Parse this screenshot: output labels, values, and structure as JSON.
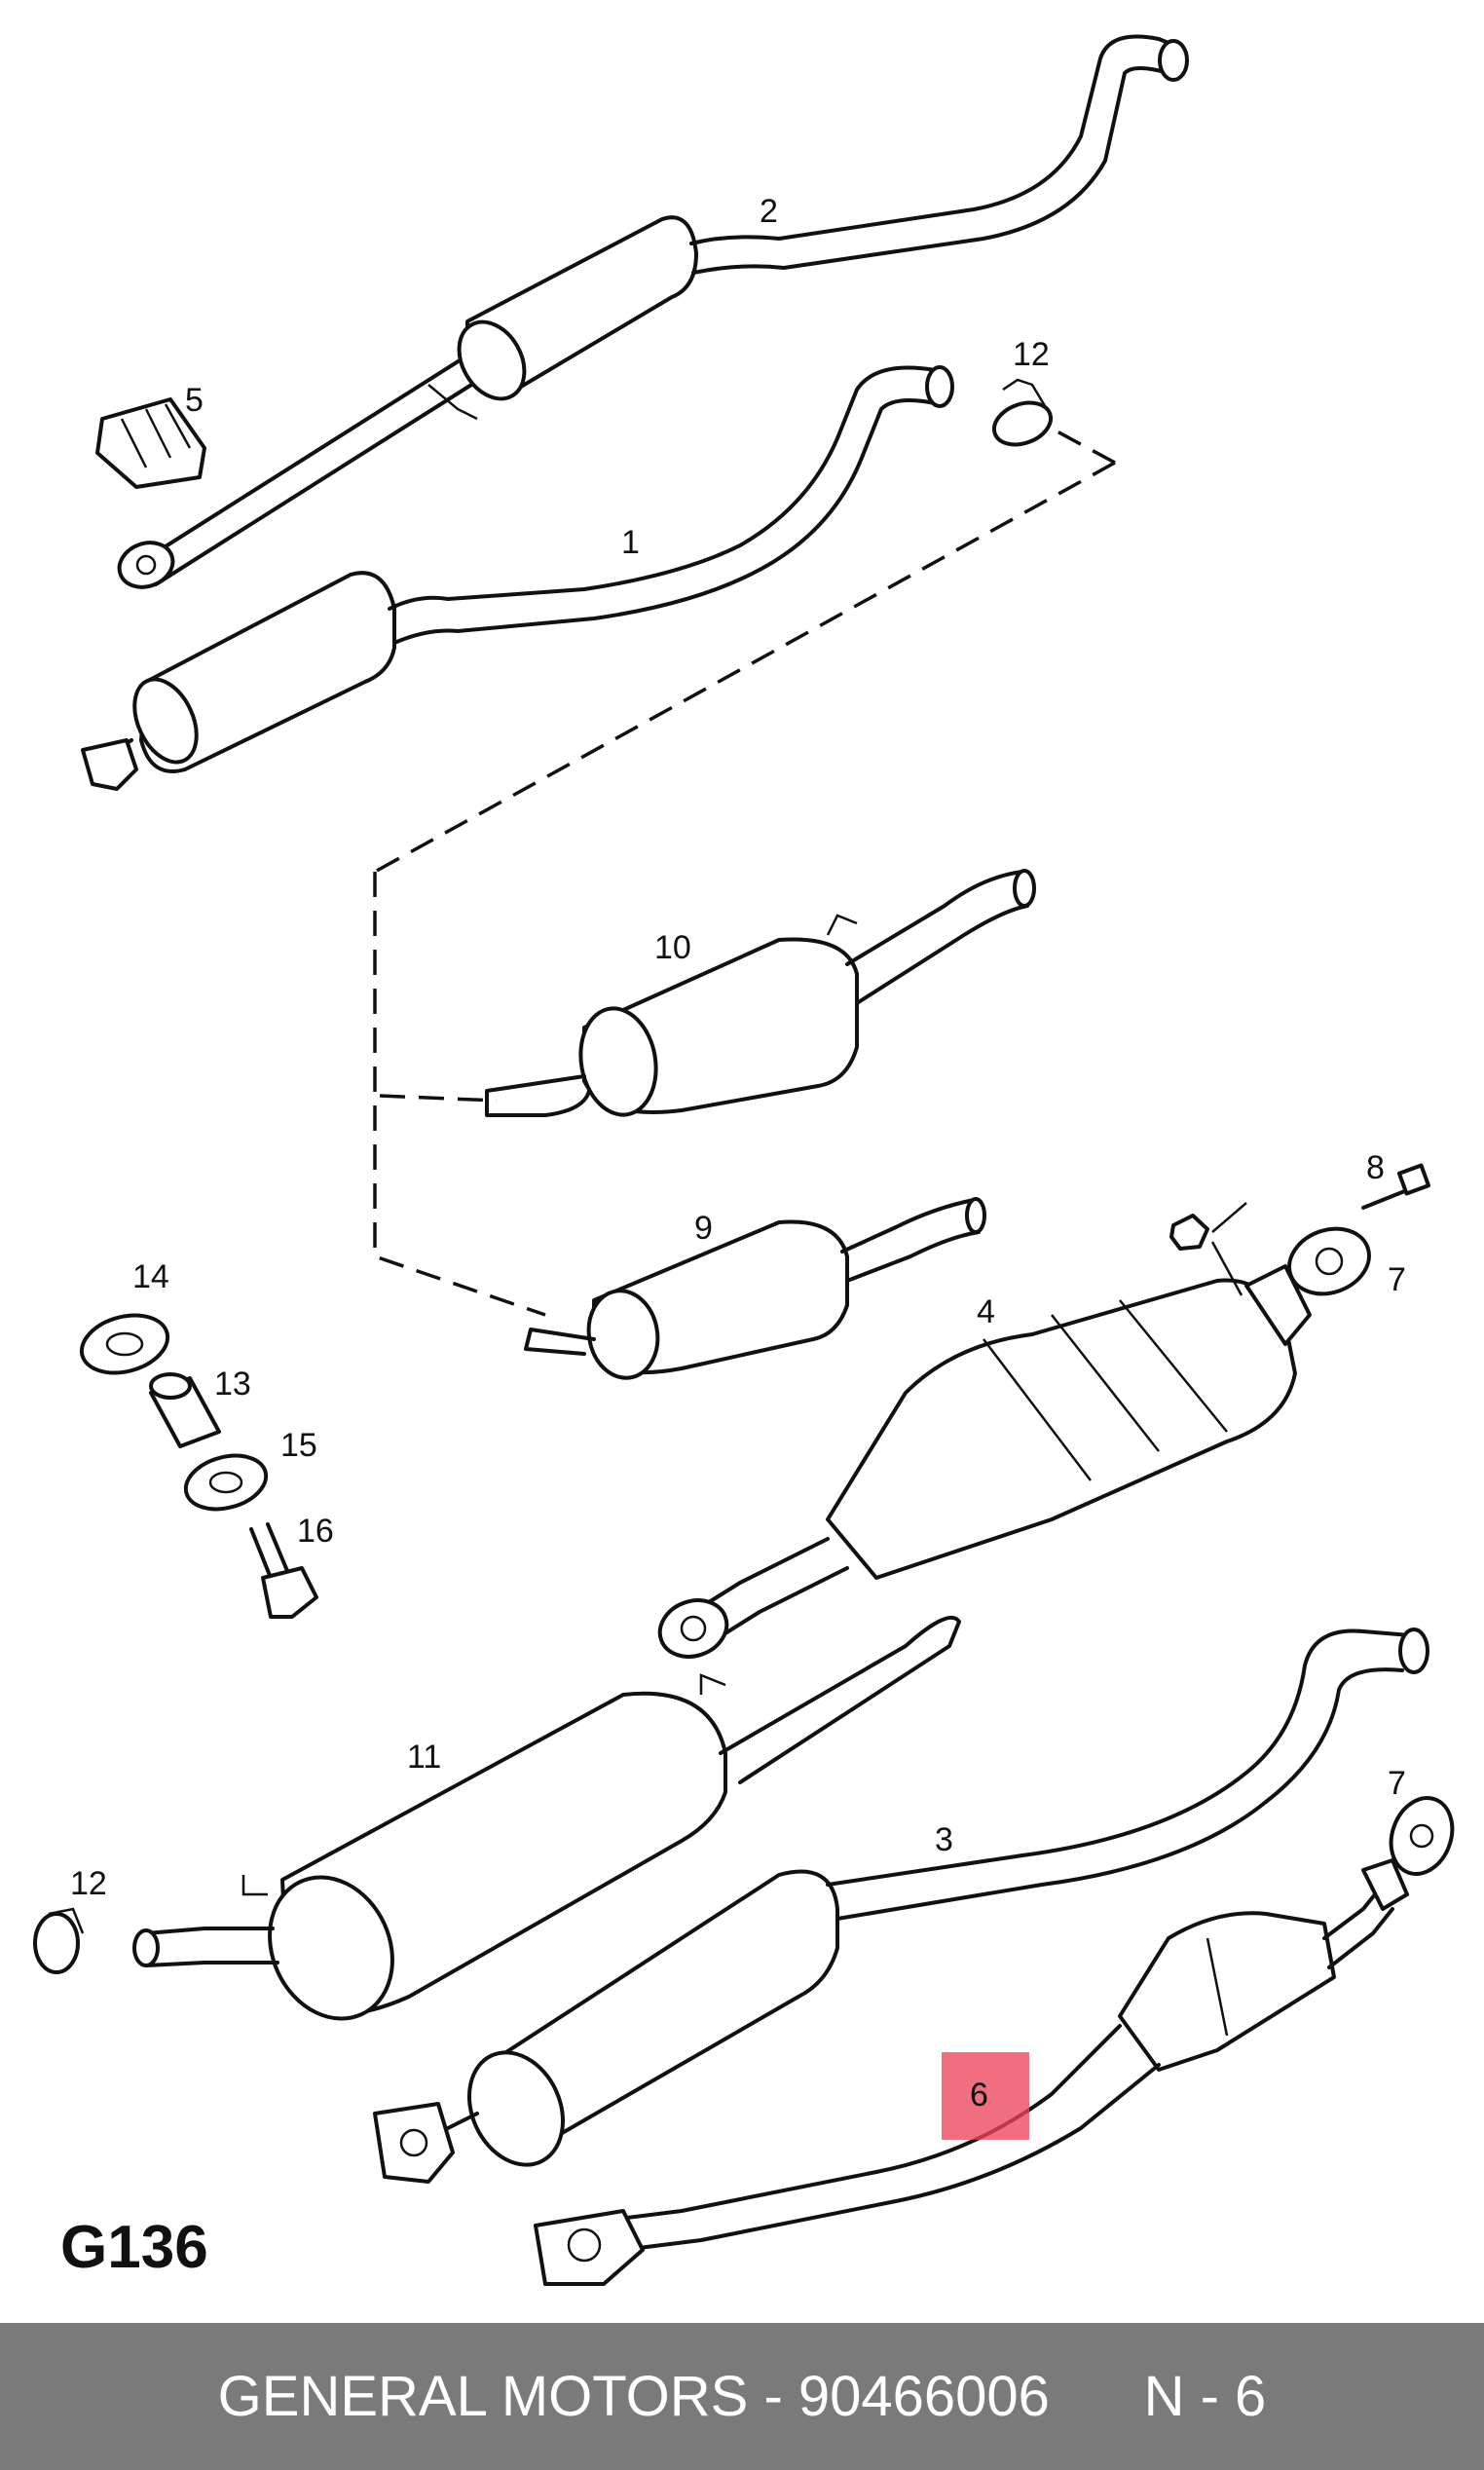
{
  "figure_code": "G136",
  "callouts": {
    "c1": "1",
    "c2": "2",
    "c3": "3",
    "c4": "4",
    "c5": "5",
    "c6": "6",
    "c7a": "7",
    "c7b": "7",
    "c8": "8",
    "c9": "9",
    "c10": "10",
    "c11": "11",
    "c12a": "12",
    "c12b": "12",
    "c13": "13",
    "c14": "14",
    "c15": "15",
    "c16": "16"
  },
  "highlighted_part": "6",
  "footer": {
    "brand": "GENERAL MOTORS",
    "separator": " - ",
    "part_number": "90466006",
    "index": "N - 6"
  },
  "colors": {
    "highlight": "#eb465a",
    "footer_bg": "#7a7a7a",
    "line": "#111111"
  }
}
